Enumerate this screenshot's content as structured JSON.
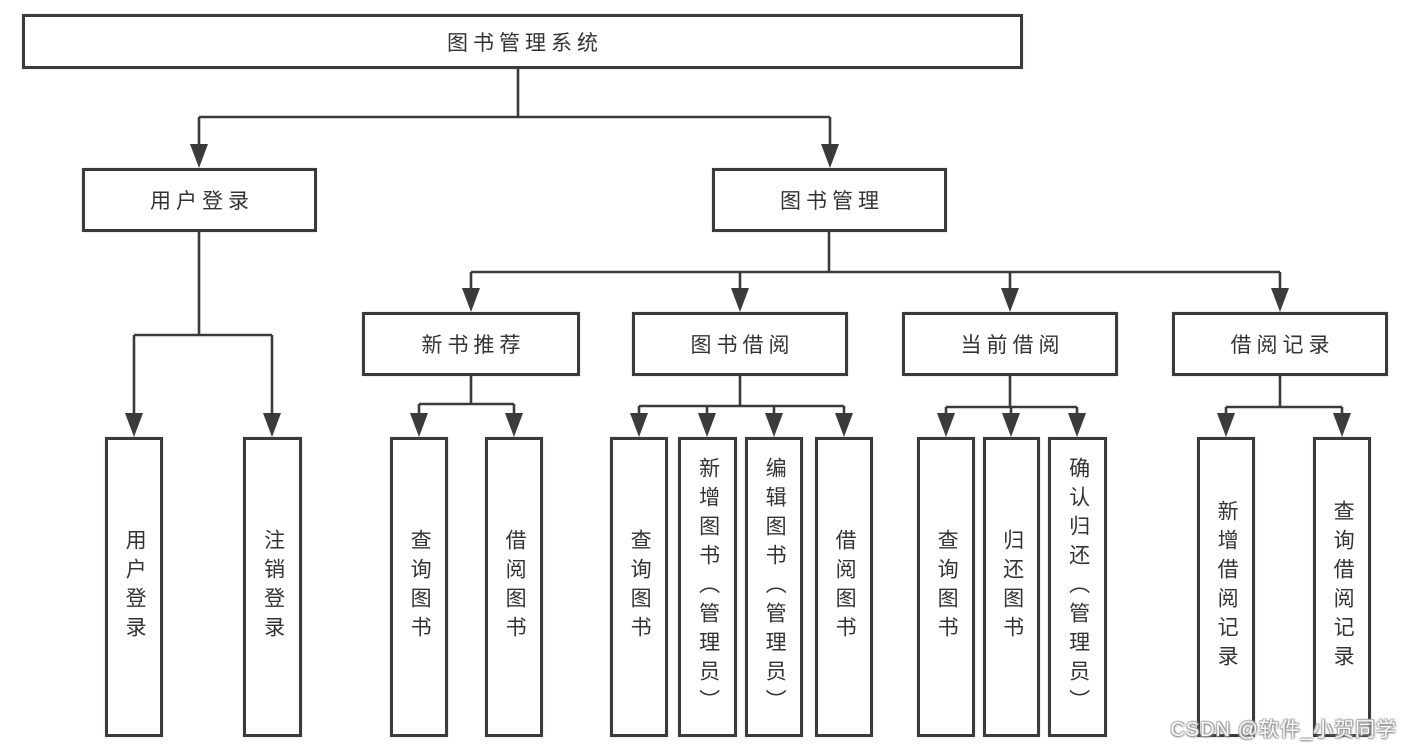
{
  "diagram": {
    "root": {
      "label": "图书管理系统"
    },
    "branches": {
      "user_login": {
        "label": "用户登录",
        "children": [
          "用户登录",
          "注销登录"
        ]
      },
      "book_management": {
        "label": "图书管理",
        "sections": {
          "new_book_recommend": {
            "label": "新书推荐",
            "children": [
              "查询图书",
              "借阅图书"
            ]
          },
          "book_borrow": {
            "label": "图书借阅",
            "children": [
              "查询图书",
              "新增图书（管理员）",
              "编辑图书（管理员）",
              "借阅图书"
            ]
          },
          "current_borrow": {
            "label": "当前借阅",
            "children": [
              "查询图书",
              "归还图书",
              "确认归还（管理员）"
            ]
          },
          "borrow_records": {
            "label": "借阅记录",
            "children": [
              "新增借阅记录",
              "查询借阅记录"
            ]
          }
        }
      }
    }
  },
  "watermark": {
    "text": "CSDN @软件_小贺同学"
  },
  "colors": {
    "line": "#3b3b3b",
    "border": "#3b3b3b",
    "text": "#333333",
    "background": "#ffffff",
    "watermark": "#ffffff"
  }
}
